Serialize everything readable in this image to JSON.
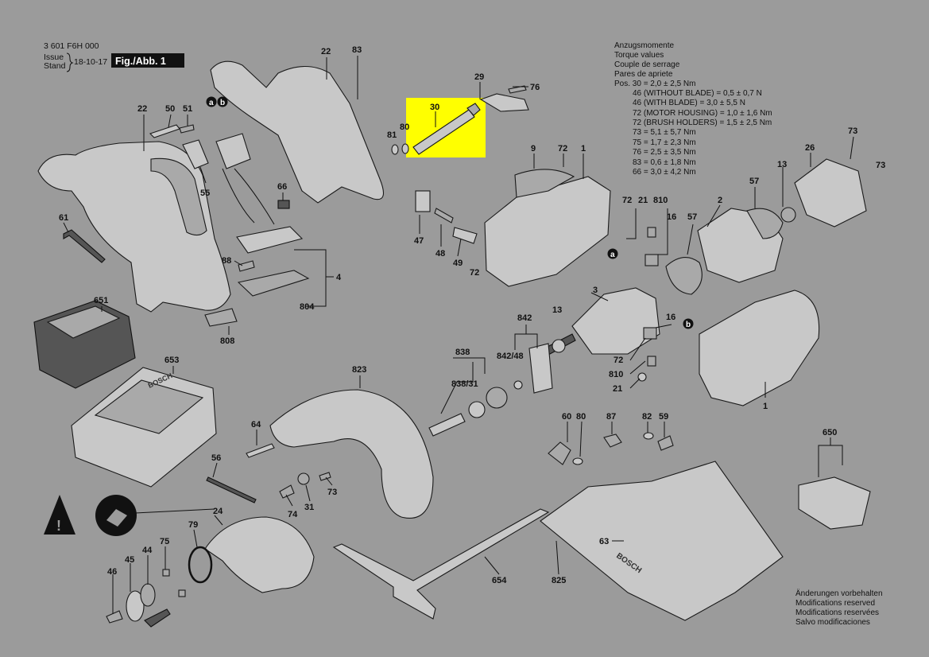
{
  "header": {
    "doc_number": "3 601 F6H 000",
    "issue_label": "Issue",
    "stand_label": "Stand",
    "issue_date": "18-10-17",
    "figure_label": "Fig./Abb. 1"
  },
  "torque": {
    "title_lines": [
      "Anzugsmomente",
      "Torque values",
      "Couple de serrage",
      "Pares de apriete"
    ],
    "values": [
      "Pos. 30 = 2,0 ± 2,5 Nm",
      "46 (WITHOUT BLADE) = 0,5 ± 0,7 N",
      "46 (WITH BLADE) = 3,0 ± 5,5 N",
      "72 (MOTOR HOUSING) = 1,0 ± 1,6 Nm",
      "72 (BRUSH HOLDERS) = 1,5 ± 2,5 Nm",
      "73 = 5,1 ± 5,7 Nm",
      "75 = 1,7 ± 2,3 Nm",
      "76 = 2,5 ± 3,5 Nm",
      "83 = 0,6 ± 1,8 Nm",
      "66 = 3,0 ± 4,2 Nm"
    ]
  },
  "footer": {
    "lines": [
      "Änderungen vorbehalten",
      "Modifications reserved",
      "Modifications reservées",
      "Salvo modificaciones"
    ]
  },
  "highlight": {
    "part": "30",
    "color": "#ffff00"
  },
  "markers": {
    "a": "a",
    "b": "b"
  },
  "labels": {
    "p22a": "22",
    "p50": "50",
    "p51": "51",
    "p55": "55",
    "p61": "61",
    "p66": "66",
    "p22b": "22",
    "p83": "83",
    "p88": "88",
    "p4": "4",
    "p804": "804",
    "p808": "808",
    "p651": "651",
    "p653": "653",
    "p29": "29",
    "p76": "76",
    "p30": "30",
    "p81": "81",
    "p80a": "80",
    "p9": "9",
    "p72a": "72",
    "p1a": "1",
    "p47": "47",
    "p48": "48",
    "p49": "49",
    "p72b": "72",
    "p73a": "73",
    "p26": "26",
    "p73b": "73",
    "p13a": "13",
    "p57a": "57",
    "p72c": "72",
    "p21a": "21",
    "p810a": "810",
    "p16a": "16",
    "p57b": "57",
    "p2": "2",
    "p3": "3",
    "p842": "842",
    "p13b": "13",
    "p838": "838",
    "p84248": "842/48",
    "p83831": "838/31",
    "p16b": "16",
    "p72d": "72",
    "p810b": "810",
    "p21b": "21",
    "p1b": "1",
    "p823": "823",
    "p64": "64",
    "p56": "56",
    "p24": "24",
    "p79": "79",
    "p75": "75",
    "p44": "44",
    "p45": "45",
    "p46": "46",
    "p74": "74",
    "p31": "31",
    "p73c": "73",
    "p60": "60",
    "p80b": "80",
    "p87": "87",
    "p82": "82",
    "p59": "59",
    "p63": "63",
    "p654": "654",
    "p825": "825",
    "p650": "650"
  },
  "product_text": {
    "battery_brand": "BOSCH",
    "base_brand": "BOSCH"
  }
}
